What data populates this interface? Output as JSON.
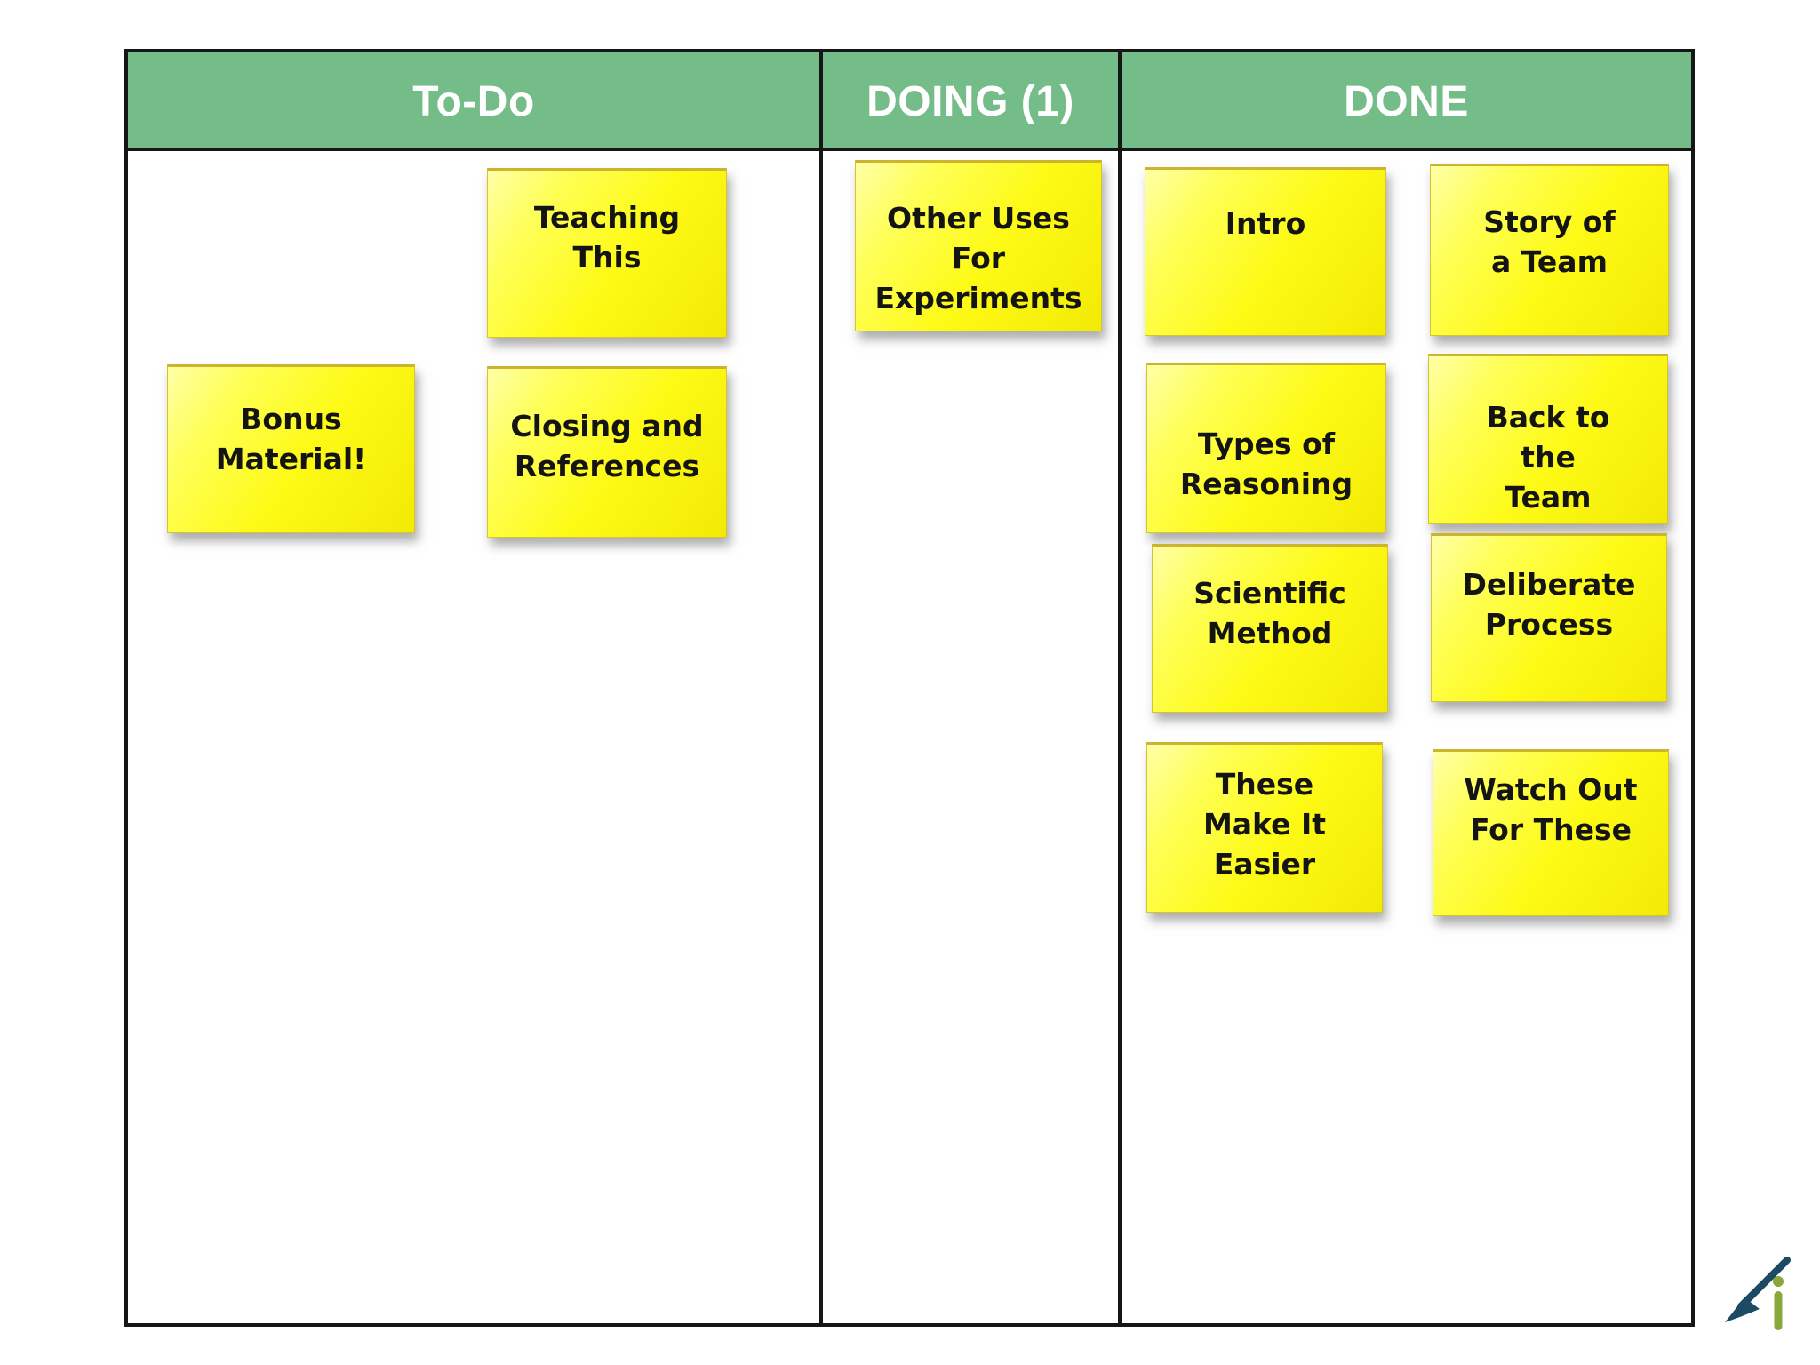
{
  "slide": {
    "board": {
      "columns": [
        {
          "header": "To-Do",
          "notes": [
            {
              "id": "teaching-this",
              "text": "Teaching\nThis"
            },
            {
              "id": "bonus-material",
              "text": "Bonus\nMaterial!"
            },
            {
              "id": "closing-and-references",
              "text": "Closing and\nReferences"
            }
          ]
        },
        {
          "header": "DOING (1)",
          "wip_count": "1",
          "notes": [
            {
              "id": "other-uses-for-experiments",
              "text": "Other Uses\nFor\nExperiments"
            }
          ]
        },
        {
          "header": "DONE",
          "notes": [
            {
              "id": "intro",
              "text": "Intro"
            },
            {
              "id": "story-of-a-team",
              "text": "Story of\na Team"
            },
            {
              "id": "types-of-reasoning",
              "text": "Types of\nReasoning"
            },
            {
              "id": "back-to-the-team",
              "text": "Back to\nthe\nTeam"
            },
            {
              "id": "scientific-method",
              "text": "Scientific\nMethod"
            },
            {
              "id": "deliberate-process",
              "text": "Deliberate\nProcess"
            },
            {
              "id": "these-make-it-easier",
              "text": "These\nMake It\nEasier"
            },
            {
              "id": "watch-out-for-these",
              "text": "Watch Out\nFor These"
            }
          ]
        }
      ]
    },
    "logo": {
      "icon": "arrow-i-logo"
    }
  },
  "colors": {
    "header_green": "#74bc88",
    "note_yellow": "#fdfa16",
    "note_edge": "#cbb42e",
    "border_black": "#161616",
    "note_text": "#141414",
    "header_text": "#ffffff",
    "logo_blue": "#1d4a63",
    "logo_green": "#8aa73c"
  }
}
